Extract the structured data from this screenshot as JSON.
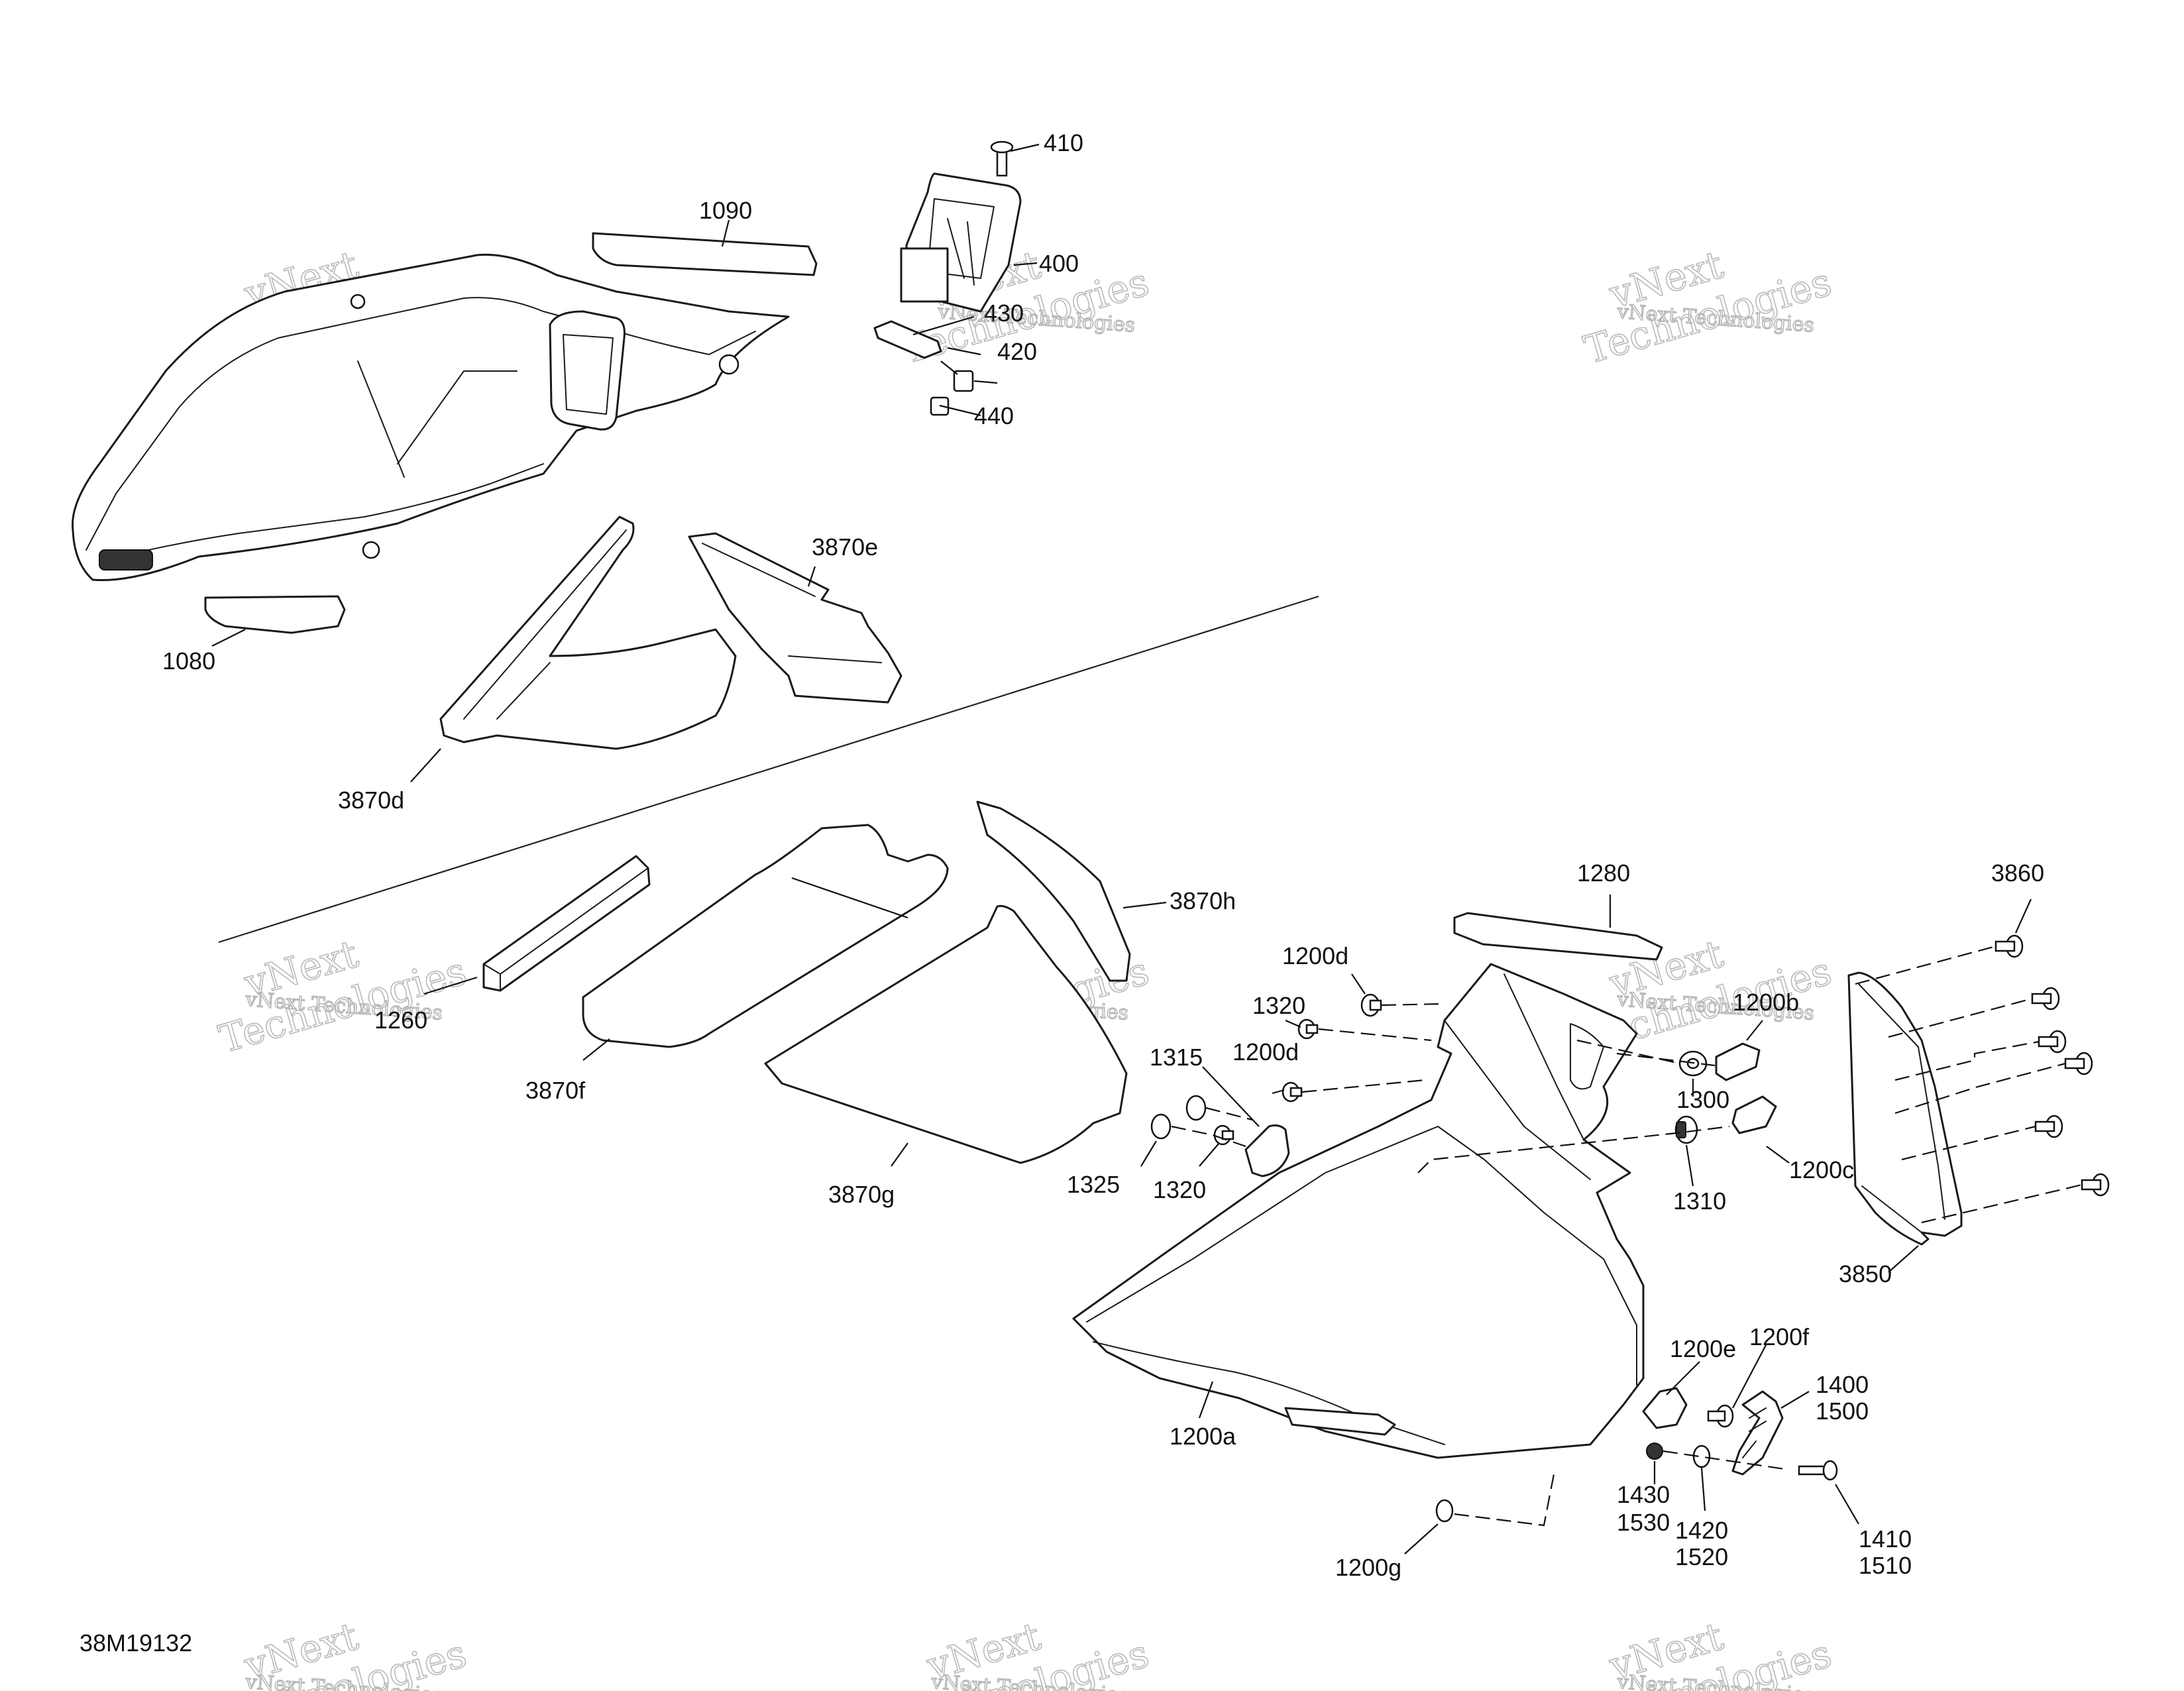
{
  "diagram": {
    "code": "38M19132",
    "callouts": [
      "410",
      "1090",
      "400",
      "430",
      "420",
      "440",
      "3870e",
      "1080",
      "3870d",
      "1280",
      "3860",
      "3870h",
      "1200d",
      "1320",
      "1200b",
      "1315",
      "1200d",
      "1300",
      "1325",
      "1320",
      "1310",
      "1200c",
      "3870f",
      "3870g",
      "3850",
      "1200e",
      "1200f",
      "1400",
      "1500",
      "1200a",
      "1430",
      "1530",
      "1420",
      "1520",
      "1410",
      "1510",
      "1200g",
      "1260"
    ],
    "watermark": {
      "line1": "vNext",
      "line2": "Technologies",
      "full": "vNext Technologies"
    }
  }
}
